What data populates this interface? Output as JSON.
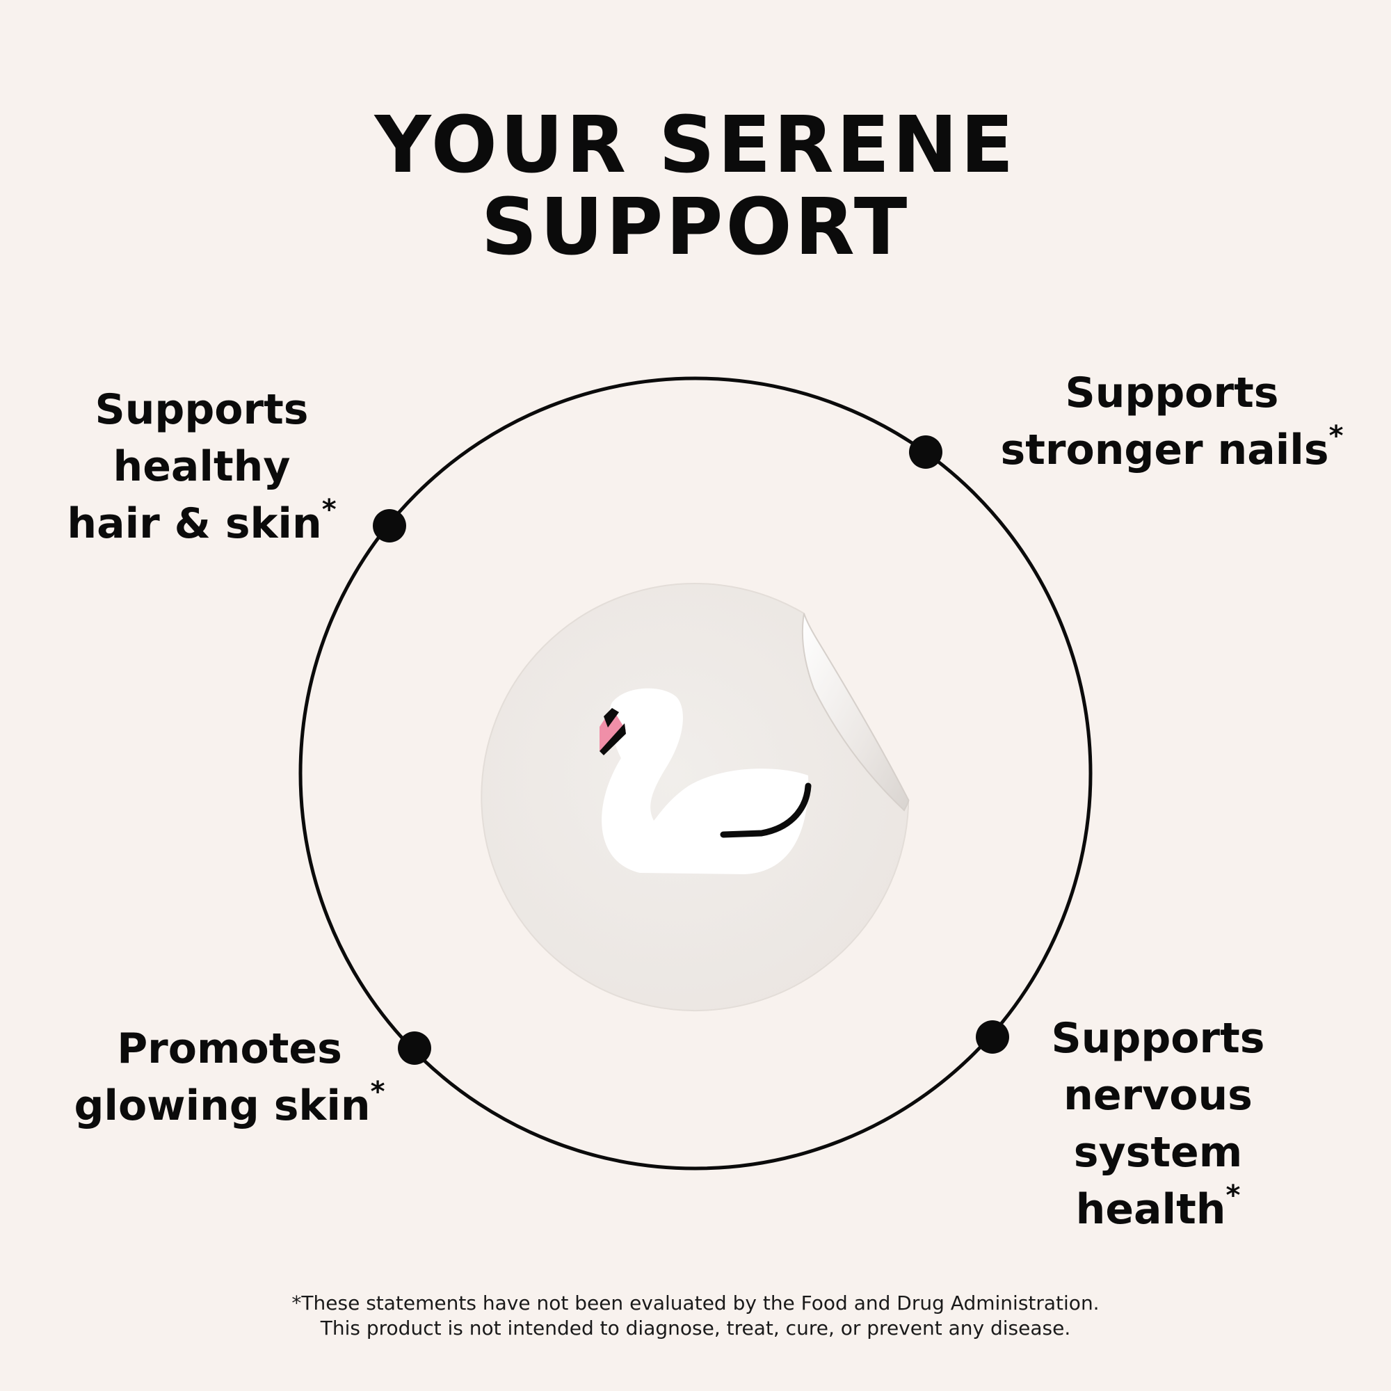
{
  "title": {
    "line1": "YOUR SERENE",
    "line2": "SUPPORT"
  },
  "benefits": {
    "hair_skin": {
      "text": "Supports\nhealthy\nhair & skin",
      "mark": "*"
    },
    "nails": {
      "text": "Supports\nstronger nails",
      "mark": "*"
    },
    "glowing_skin": {
      "text": "Promotes\nglowing skin",
      "mark": "*"
    },
    "nervous_system": {
      "text": "Supports\nnervous\nsystem\nhealth",
      "mark": "*"
    }
  },
  "disclaimer": {
    "line1": "*These statements have not been evaluated by the Food and Drug Administration.",
    "line2": "This product is not intended to diagnose, treat, cure, or prevent any disease."
  },
  "icons": {
    "center": "swan-sticker-icon"
  },
  "colors": {
    "background": "#f8f2ee",
    "ink": "#0b0b0b",
    "sticker": "#efebe8",
    "beak": "#f08fa8"
  }
}
